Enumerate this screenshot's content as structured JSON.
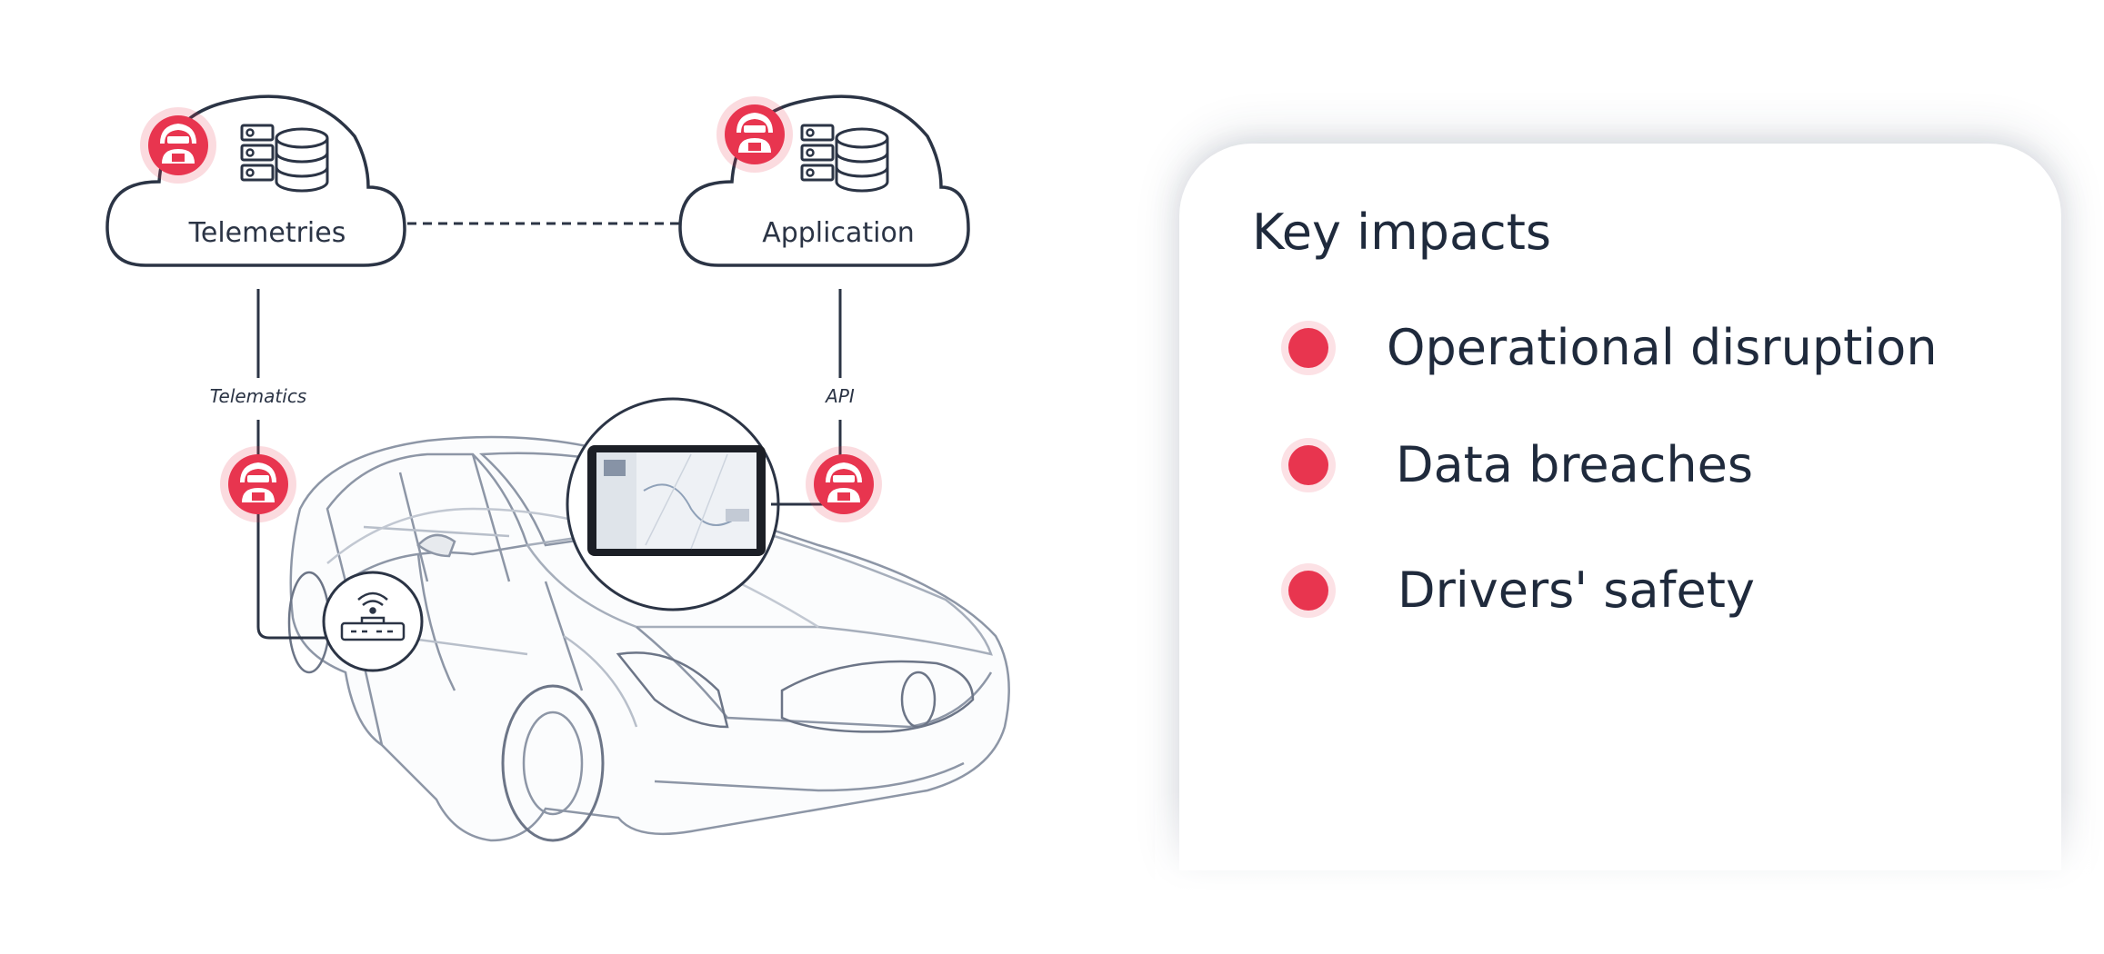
{
  "diagram": {
    "clouds": [
      {
        "id": "telemetries",
        "label": "Telemetries"
      },
      {
        "id": "application",
        "label": "Application"
      }
    ],
    "connectors": {
      "telematics_label": "Telematics",
      "api_label": "API"
    },
    "icons": [
      "hacker-icon",
      "server-database-icon",
      "router-wifi-icon",
      "tablet-map-icon",
      "wireframe-car-illustration"
    ],
    "colors": {
      "accent": "#e8354f",
      "line": "#2b3445"
    }
  },
  "impacts": {
    "title": "Key impacts",
    "items": [
      {
        "label": "Operational disruption"
      },
      {
        "label": "Data breaches"
      },
      {
        "label": "Drivers' safety"
      }
    ]
  }
}
